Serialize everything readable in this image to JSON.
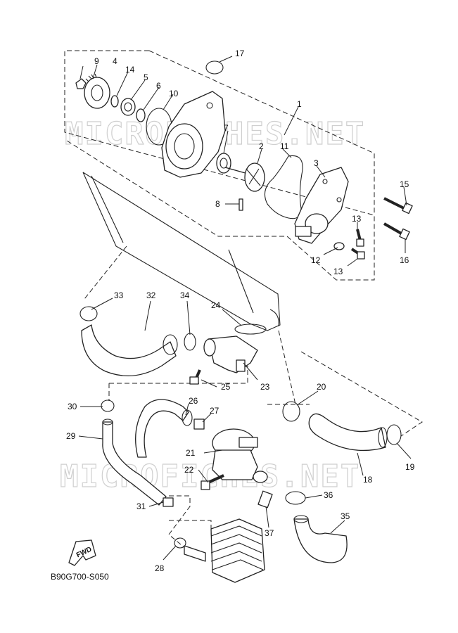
{
  "watermark": "MICROFICHES.NET",
  "diagram_code": "B90G700-S050",
  "fwd_label": "FWD",
  "callouts": [
    "1",
    "2",
    "3",
    "4",
    "5",
    "6",
    "7",
    "8",
    "9",
    "10",
    "11",
    "12",
    "13",
    "14",
    "15",
    "16",
    "17",
    "18",
    "19",
    "20",
    "21",
    "22",
    "23",
    "24",
    "25",
    "26",
    "27",
    "28",
    "29",
    "30",
    "31",
    "32",
    "33",
    "34",
    "35",
    "36",
    "37"
  ],
  "callout_13b": "13"
}
